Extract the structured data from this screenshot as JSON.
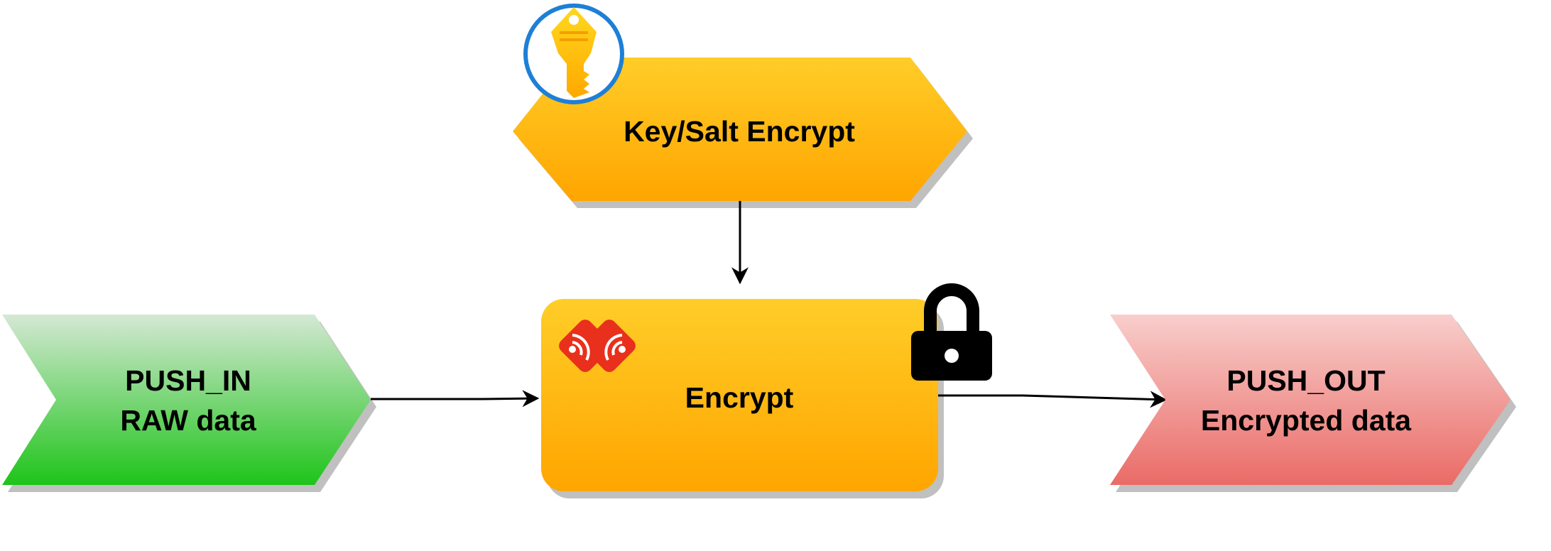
{
  "nodes": {
    "key_salt": {
      "label": "Key/Salt Encrypt",
      "icon": "key-icon",
      "color": "#ffb300"
    },
    "encrypt": {
      "label": "Encrypt",
      "icons": [
        "espressif-logo-icon",
        "padlock-icon"
      ],
      "color": "#ffb300"
    },
    "push_in": {
      "line1": "PUSH_IN",
      "line2": "RAW data",
      "color": "#22c41e"
    },
    "push_out": {
      "line1": "PUSH_OUT",
      "line2": "Encrypted data",
      "color": "#ea6b66"
    }
  },
  "edges": [
    {
      "from": "Key/Salt Encrypt",
      "to": "Encrypt"
    },
    {
      "from": "PUSH_IN",
      "to": "Encrypt"
    },
    {
      "from": "Encrypt",
      "to": "PUSH_OUT"
    }
  ]
}
